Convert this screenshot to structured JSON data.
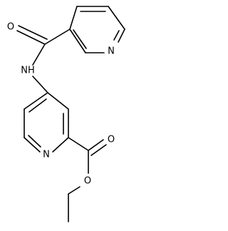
{
  "structure": {
    "atoms": {
      "amide_oxygen": "O",
      "amide_nitrogen": "NH",
      "upper_pyridine_nitrogen": "N",
      "lower_pyridine_nitrogen": "N",
      "ester_carbonyl_oxygen": "O",
      "ester_ether_oxygen": "O"
    }
  }
}
